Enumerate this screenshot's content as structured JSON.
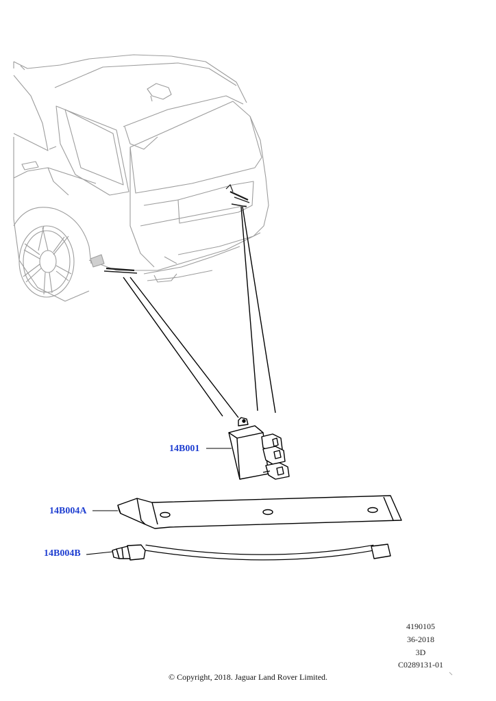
{
  "callouts": {
    "module": "14B001",
    "bracket": "14B004A",
    "harness": "14B004B"
  },
  "meta": {
    "line1": "4190105",
    "line2": "36-2018",
    "line3": "3D",
    "line4": "C0289131-01"
  },
  "copyright": "© Copyright, 2018. Jaguar Land Rover Limited.",
  "colors": {
    "callout_text": "#1f3fd1",
    "line_art": "#000000",
    "vehicle_outline": "#9a9a9a"
  }
}
